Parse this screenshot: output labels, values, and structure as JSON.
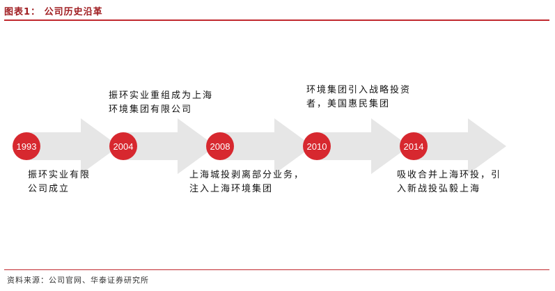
{
  "figure": {
    "title": "图表1：  公司历史沿革",
    "source": "资料来源：公司官网、华泰证券研究所"
  },
  "colors": {
    "accent": "#c0282d",
    "circle": "#d7282f",
    "arrow": "#e6e6e6"
  },
  "timeline": [
    {
      "year": "1993",
      "event_lines": [
        "振环实业有限",
        "公司成立"
      ]
    },
    {
      "year": "2004",
      "event_lines": [
        "振环实业重组成为上海",
        "环境集团有限公司"
      ]
    },
    {
      "year": "2008",
      "event_lines": [
        "上海城投剥离部分业务，",
        "注入上海环境集团"
      ]
    },
    {
      "year": "2010",
      "event_lines": [
        "环境集团引入战略投资",
        "者，美国惠民集团"
      ]
    },
    {
      "year": "2014",
      "event_lines": [
        "吸收合并上海环投，引",
        "入新战投弘毅上海"
      ]
    }
  ]
}
